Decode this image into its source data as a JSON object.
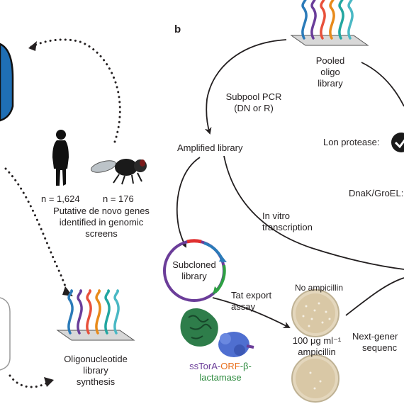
{
  "panel_label": "b",
  "left": {
    "human_count": "n = 1,624",
    "fly_count": "n = 176",
    "genes_caption": [
      "Putative de novo genes",
      "identified in genomic",
      "screens"
    ],
    "synthesis_caption": [
      "Oligonucleotide",
      "library",
      "synthesis"
    ]
  },
  "right": {
    "pooled": [
      "Pooled",
      "oligo",
      "library"
    ],
    "subpool_pcr": [
      "Subpool PCR",
      "(DN or R)"
    ],
    "amplified": "Amplified library",
    "lon": "Lon protease:",
    "dnak": "DnaK/GroEL:",
    "in_vitro": [
      "In vitro",
      "transcription"
    ],
    "subcloned": [
      "Subcloned",
      "library"
    ],
    "tat": [
      "Tat export",
      "assay"
    ],
    "no_amp": "No ampicillin",
    "amp_dose": "100 μg ml⁻¹",
    "amp_word": "ampicillin",
    "ngs": [
      "Next-gener",
      "sequenc"
    ],
    "construct": {
      "part1": "ssTorA-",
      "part2": "ORF",
      "part3": "-β-",
      "part4": "lactamase"
    }
  },
  "colors": {
    "strands": [
      "#2b7bb9",
      "#6a3d9a",
      "#e8503a",
      "#e88a1a",
      "#22a6a0",
      "#4ab8c4"
    ],
    "tube_blue": "#1f6fb5",
    "plate": "#d9c8a6",
    "plasmid": [
      "#e03030",
      "#2b7bb9",
      "#2ea043",
      "#6b3d99"
    ]
  }
}
